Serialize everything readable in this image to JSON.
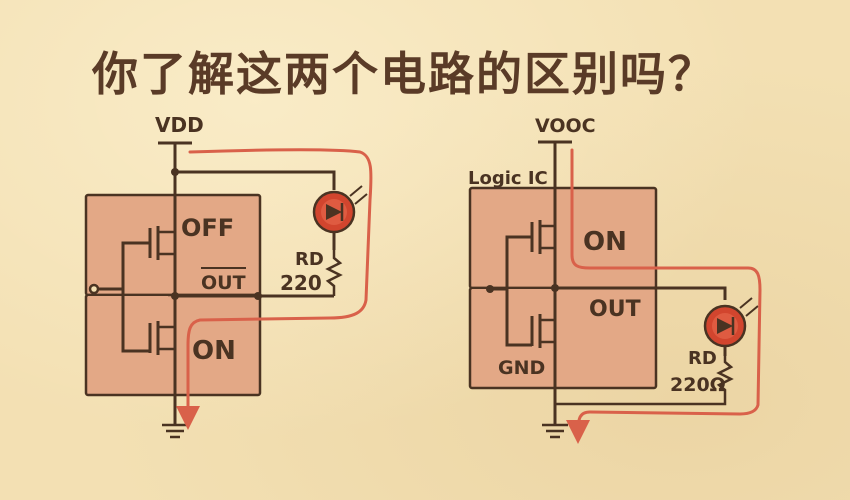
{
  "title": "你了解这两个电路的区别吗？",
  "left_circuit": {
    "supply": "VDD",
    "supply_sub": "DD",
    "top_state": "OFF",
    "output": "OUT",
    "bottom_state": "ON",
    "resistor_name": "RD",
    "resistor_value": "220"
  },
  "right_circuit": {
    "supply": "VOOC",
    "chip_label": "Logic IC",
    "top_state": "ON",
    "output": "OUT",
    "ground_label": "GND",
    "resistor_name": "RD",
    "resistor_value": "220Ω"
  },
  "colors": {
    "ink": "#4a3322",
    "chip_fill": "#e3a886",
    "current_path": "#d9614a",
    "led": "#d2452e",
    "background": "#f3e0b3"
  }
}
